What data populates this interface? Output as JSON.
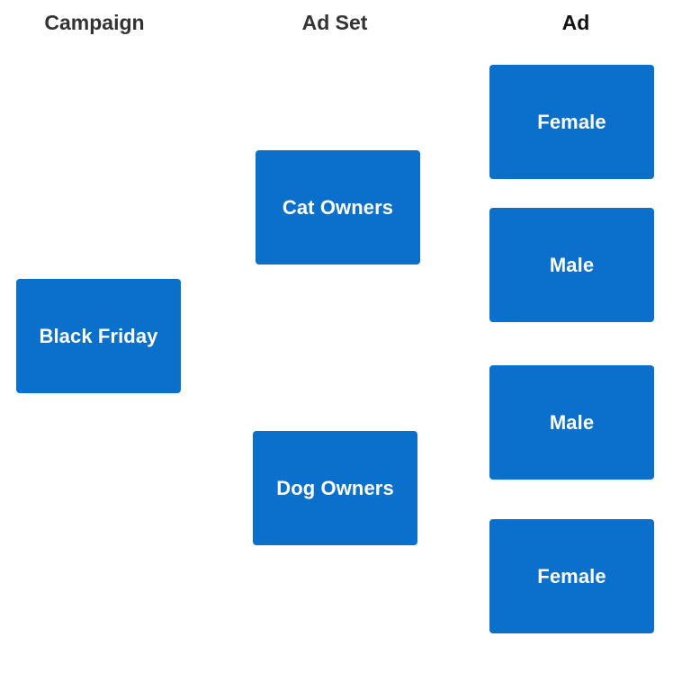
{
  "headers": {
    "campaign": "Campaign",
    "ad_set": "Ad Set",
    "ad": "Ad"
  },
  "campaign": {
    "label": "Black Friday"
  },
  "ad_sets": [
    {
      "label": "Cat Owners"
    },
    {
      "label": "Dog Owners"
    }
  ],
  "ads": [
    {
      "label": "Female"
    },
    {
      "label": "Male"
    },
    {
      "label": "Male"
    },
    {
      "label": "Female"
    }
  ],
  "colors": {
    "box_fill": "#0b6fcc",
    "box_text": "#ffffff",
    "header_text_muted": "#333333",
    "header_text_dark": "#111111",
    "background": "#ffffff"
  }
}
